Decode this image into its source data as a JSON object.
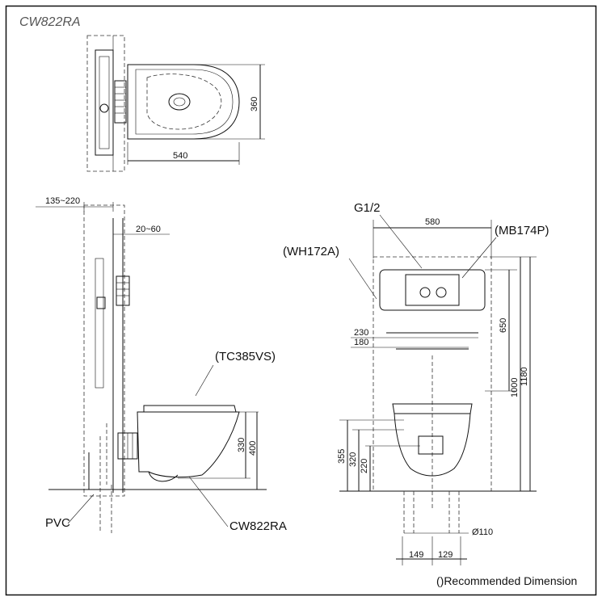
{
  "title": "CW822RA",
  "note": "()Recommended Dimension",
  "top_view": {
    "width": "540",
    "depth": "360"
  },
  "side_view": {
    "wall_range": "135~220",
    "finish_range": "20~60",
    "seat_model": "(TC385VS)",
    "h_330": "330",
    "h_400": "400",
    "pvc": "PVC",
    "bowl_model": "CW822RA"
  },
  "front_view": {
    "thread": "G1/2",
    "frame_width": "580",
    "plate_model": "(MB174P)",
    "frame_model": "(WH172A)",
    "w_230": "230",
    "w_180": "180",
    "h_650": "650",
    "h_1000": "1000",
    "h_1180": "1180",
    "h_355": "355",
    "h_320": "320",
    "h_220": "220",
    "dia": "Ø110",
    "w_149": "149",
    "w_129": "129"
  }
}
